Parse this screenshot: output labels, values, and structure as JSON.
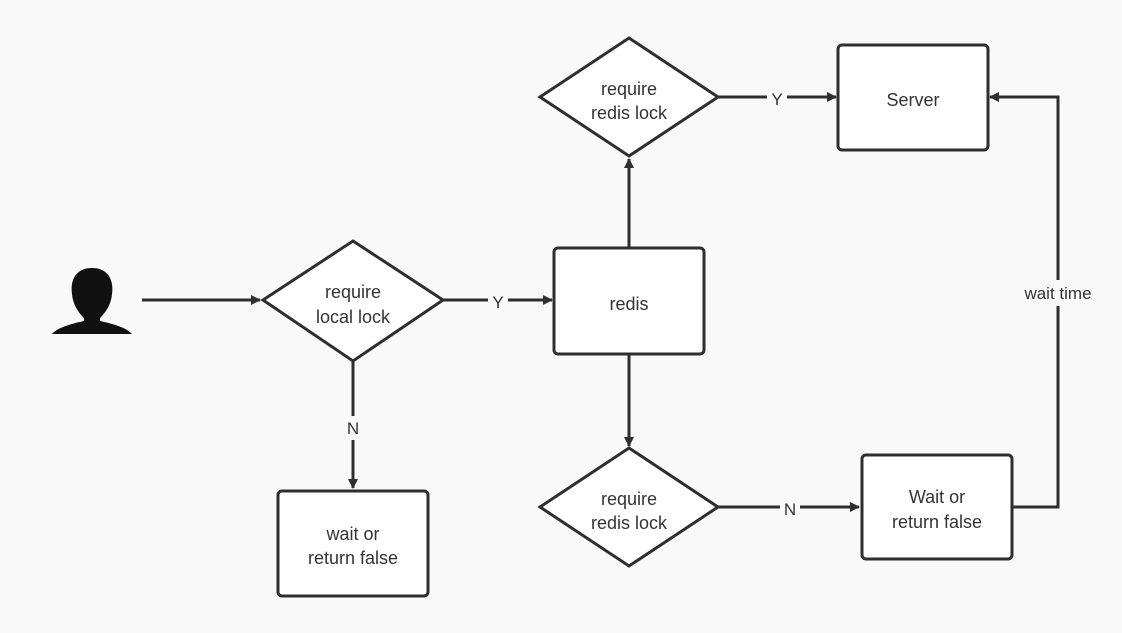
{
  "nodes": {
    "decision_local": {
      "line1": "require",
      "line2": "local lock"
    },
    "redis": {
      "label": "redis"
    },
    "decision_redis_top": {
      "line1": "require",
      "line2": "redis lock"
    },
    "server": {
      "label": "Server"
    },
    "decision_redis_bottom": {
      "line1": "require",
      "line2": "redis lock"
    },
    "wait_left": {
      "line1": "wait or",
      "line2": "return false"
    },
    "wait_right": {
      "line1": "Wait or",
      "line2": "return false"
    }
  },
  "edges": {
    "local_to_redis": "Y",
    "local_to_wait": "N",
    "redis_lock_to_server": "Y",
    "redis_lock_to_wait": "N",
    "wait_to_server": "wait time"
  },
  "icons": {
    "user": "user-icon"
  },
  "colors": {
    "background": "#f9f9f9",
    "stroke": "#2e2e2e",
    "node_fill": "#ffffff",
    "text": "#333333",
    "icon": "#111111"
  }
}
